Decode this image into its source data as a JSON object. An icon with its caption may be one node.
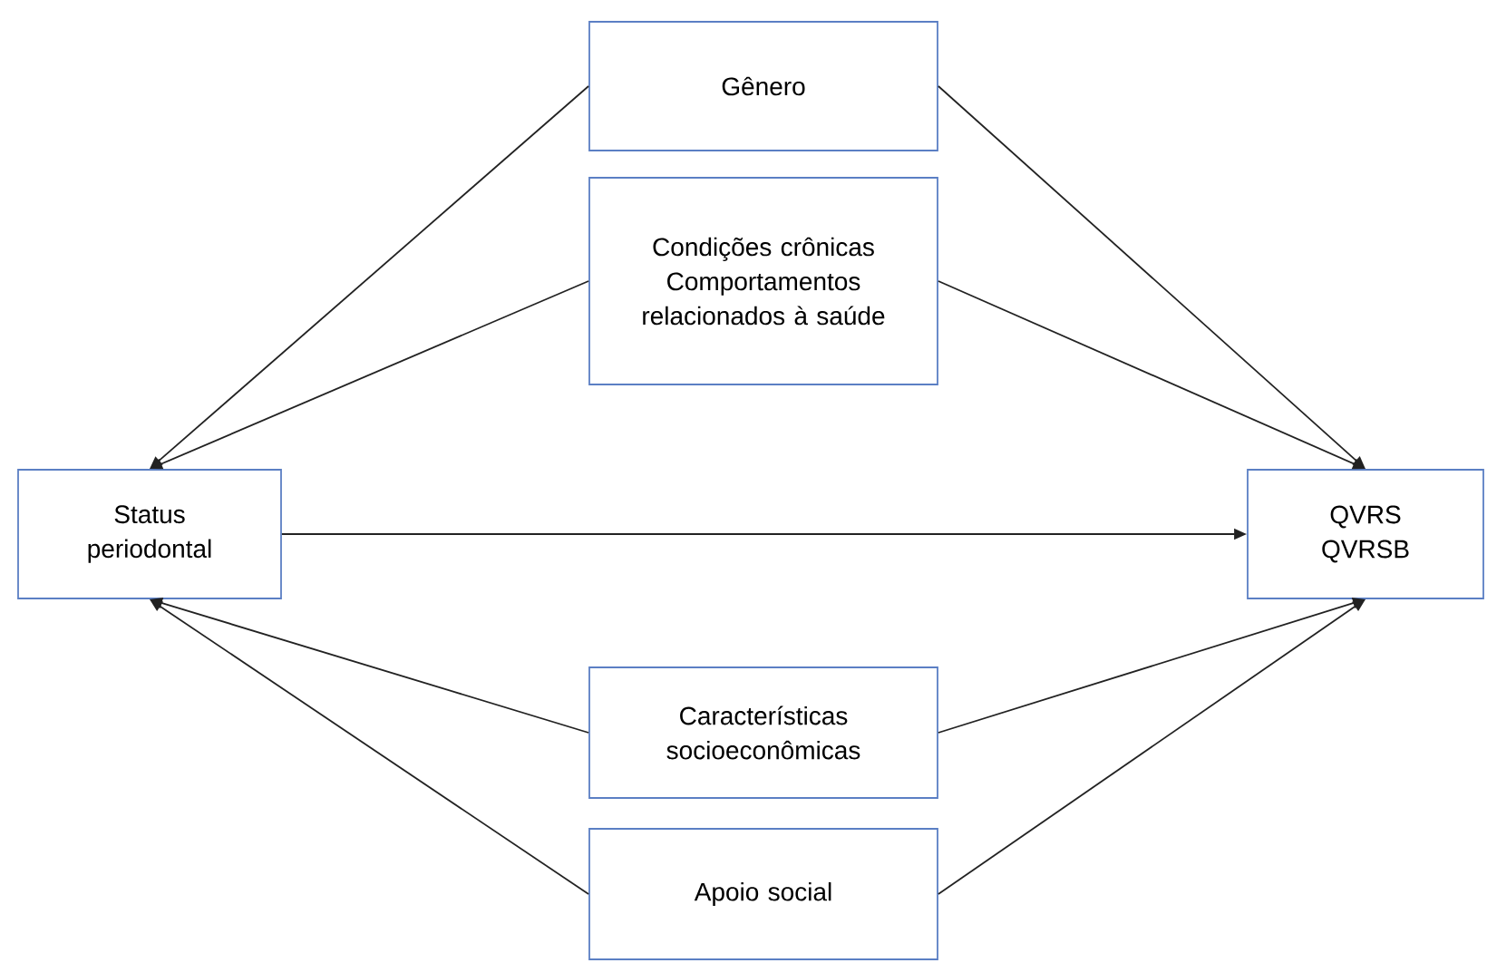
{
  "diagram": {
    "nodes": [
      {
        "text": [
          "Gênero"
        ]
      },
      {
        "text": [
          "Condições crônicas",
          "Comportamentos relacionados à saúde"
        ]
      },
      {
        "text": [
          "Status periodontal"
        ]
      },
      {
        "text": [
          "QVRS",
          "QVRSB"
        ]
      },
      {
        "text": [
          "Características socioeconômicas"
        ]
      },
      {
        "text": [
          "Apoio social"
        ]
      }
    ],
    "edges": [
      {
        "from": 0,
        "to": 2,
        "arrow": "to"
      },
      {
        "from": 0,
        "to": 3,
        "arrow": "to"
      },
      {
        "from": 1,
        "to": 2,
        "arrow": "to"
      },
      {
        "from": 1,
        "to": 3,
        "arrow": "to"
      },
      {
        "from": 2,
        "to": 3,
        "arrow": "to"
      },
      {
        "from": 4,
        "to": 2,
        "arrow": "to"
      },
      {
        "from": 4,
        "to": 3,
        "arrow": "to"
      },
      {
        "from": 5,
        "to": 2,
        "arrow": "to"
      },
      {
        "from": 5,
        "to": 3,
        "arrow": "to"
      }
    ]
  }
}
